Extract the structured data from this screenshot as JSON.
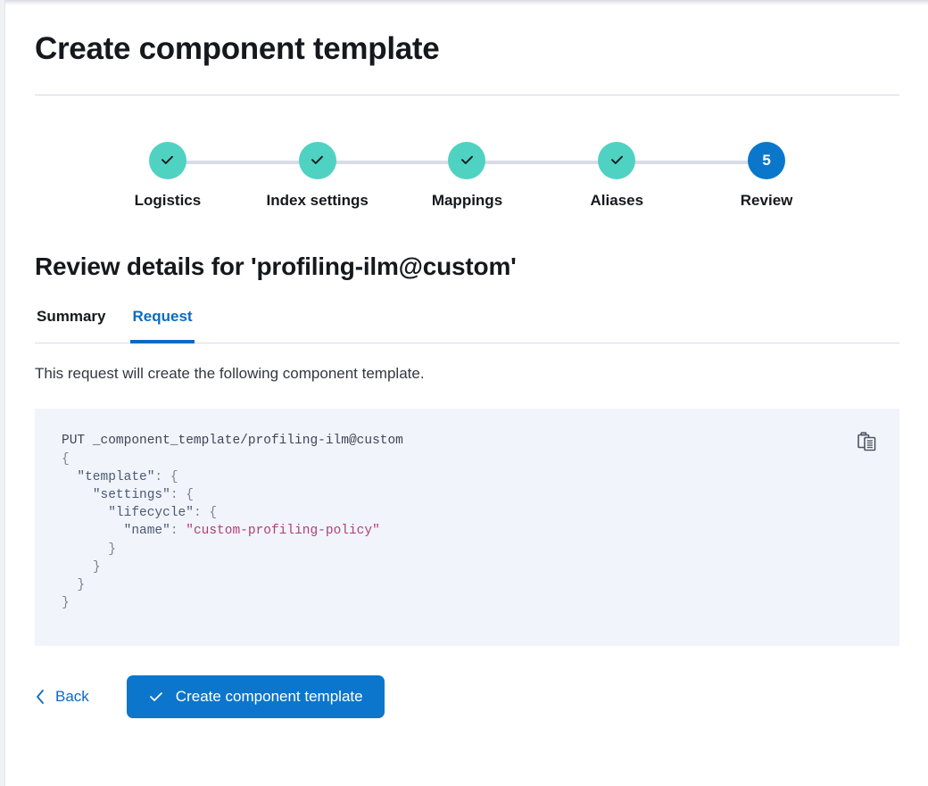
{
  "page": {
    "title": "Create component template"
  },
  "stepper": {
    "steps": [
      {
        "label": "Logistics",
        "state": "done",
        "number": "1",
        "icon": "check-icon"
      },
      {
        "label": "Index settings",
        "state": "done",
        "number": "2",
        "icon": "check-icon"
      },
      {
        "label": "Mappings",
        "state": "done",
        "number": "3",
        "icon": "check-icon"
      },
      {
        "label": "Aliases",
        "state": "done",
        "number": "4",
        "icon": "check-icon"
      },
      {
        "label": "Review",
        "state": "current",
        "number": "5",
        "icon": ""
      }
    ],
    "done_color": "#4fd2c2",
    "current_color": "#0b77ca",
    "connector_color": "#d8dce8"
  },
  "section": {
    "heading": "Review details for 'profiling-ilm@custom'"
  },
  "tabs": {
    "items": [
      {
        "label": "Summary",
        "active": false
      },
      {
        "label": "Request",
        "active": true
      }
    ],
    "active_color": "#0b6bc2"
  },
  "request": {
    "description": "This request will create the following component template.",
    "copy_icon": "clipboard-copy-icon",
    "code": {
      "method": "PUT",
      "path": "_component_template/profiling-ilm@custom",
      "line_open": "{",
      "key_template": "\"template\"",
      "key_settings": "\"settings\"",
      "key_lifecycle": "\"lifecycle\"",
      "key_name": "\"name\"",
      "value_name": "\"custom-profiling-policy\"",
      "colon": ": ",
      "brace_open": "{",
      "close_1": "}",
      "close_2": "}",
      "close_3": "}",
      "close_4": "}"
    },
    "background": "#f1f4fb",
    "string_color": "#b13f75"
  },
  "footer": {
    "back_label": "Back",
    "back_icon": "chevron-left-icon",
    "submit_label": "Create component template",
    "submit_icon": "check-icon",
    "submit_color": "#0b76cb"
  }
}
